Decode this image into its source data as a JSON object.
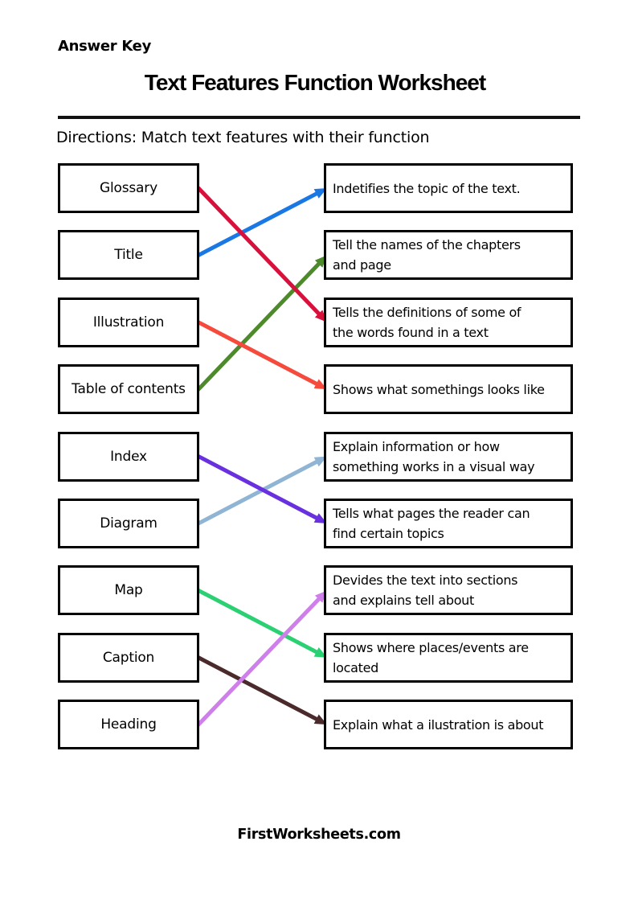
{
  "page": {
    "answer_key_label": "Answer Key",
    "title": "Text Features Function Worksheet",
    "directions": "Directions: Match text features with their function",
    "footer": "FirstWorksheets.com"
  },
  "features": [
    {
      "label": "Glossary"
    },
    {
      "label": "Title"
    },
    {
      "label": "Illustration"
    },
    {
      "label": "Table of contents"
    },
    {
      "label": "Index"
    },
    {
      "label": "Diagram"
    },
    {
      "label": "Map"
    },
    {
      "label": "Caption"
    },
    {
      "label": "Heading"
    }
  ],
  "functions": [
    {
      "text": "Indetifies the topic of the text.",
      "lines": [
        "Indetifies the topic of the text."
      ]
    },
    {
      "text": "Tell the names of the chapters and page",
      "lines": [
        "Tell the names of the chapters",
        "and page"
      ]
    },
    {
      "text": "Tells the definitions of some of the words found in a text",
      "lines": [
        "Tells the definitions of some of",
        "the words found in a text"
      ]
    },
    {
      "text": "Shows what somethings looks like",
      "lines": [
        "Shows what somethings looks like"
      ]
    },
    {
      "text": "Explain information or how something works in a visual way",
      "lines": [
        "Explain information or how",
        "something works in a visual way"
      ]
    },
    {
      "text": "Tells what pages the reader can find certain topics",
      "lines": [
        "Tells what pages the reader can",
        "find certain topics"
      ]
    },
    {
      "text": "Devides the text into sections and explains tell about",
      "lines": [
        "Devides the text into sections",
        "and explains tell about"
      ]
    },
    {
      "text": "Shows where places/events are located",
      "lines": [
        "Shows where places/events are",
        "located"
      ]
    },
    {
      "text": "Explain what a ilustration is about",
      "lines": [
        "Explain what a ilustration is about"
      ]
    }
  ],
  "connections": [
    {
      "feature": "Title",
      "function": "Indetifies the topic of the text.",
      "from_index": 1,
      "to_index": 0,
      "color": "#1A78E5"
    },
    {
      "feature": "Table of contents",
      "function": "Tell the names of the chapters and page",
      "from_index": 3,
      "to_index": 1,
      "color": "#4D8A2B"
    },
    {
      "feature": "Glossary",
      "function": "Tells the definitions of some of the words found in a text",
      "from_index": 0,
      "to_index": 2,
      "color": "#D8103C"
    },
    {
      "feature": "Illustration",
      "function": "Shows what somethings looks like",
      "from_index": 2,
      "to_index": 3,
      "color": "#F54A3C"
    },
    {
      "feature": "Diagram",
      "function": "Explain information or how something works in a visual way",
      "from_index": 5,
      "to_index": 4,
      "color": "#8FB4D4"
    },
    {
      "feature": "Index",
      "function": "Tells what pages the reader can find certain topics",
      "from_index": 4,
      "to_index": 5,
      "color": "#6930E0"
    },
    {
      "feature": "Map",
      "function": "Shows where places/events are located",
      "from_index": 6,
      "to_index": 7,
      "color": "#2BD073"
    },
    {
      "feature": "Caption",
      "function": "Explain what a ilustration is about",
      "from_index": 7,
      "to_index": 8,
      "color": "#4A2A2A"
    },
    {
      "feature": "Heading",
      "function": "Devides the text into sections and explains tell about",
      "from_index": 8,
      "to_index": 6,
      "color": "#CE7FE9"
    }
  ]
}
